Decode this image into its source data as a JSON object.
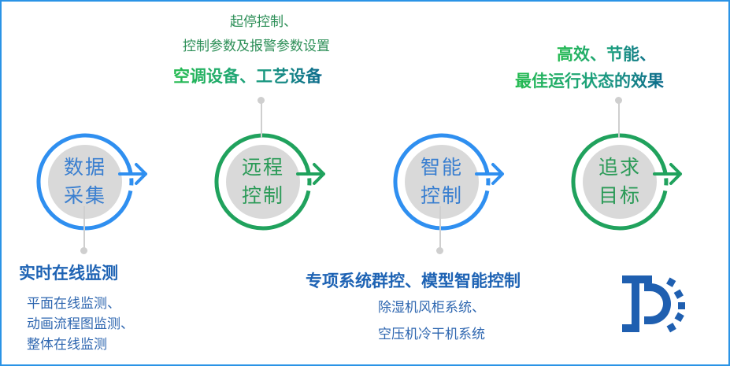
{
  "steps": [
    {
      "label": "数据\n采集",
      "color": "#2f8ff0"
    },
    {
      "label": "远程\n控制",
      "color": "#20a25d"
    },
    {
      "label": "智能\n控制",
      "color": "#2f8ff0"
    },
    {
      "label": "追求\n目标",
      "color": "#20a25d"
    }
  ],
  "annotations": {
    "data_collection": {
      "heading": "实时在线监测",
      "lines": [
        "平面在线监测、",
        "动画流程图监测、",
        "整体在线监测"
      ]
    },
    "remote_control": {
      "lines": [
        "起停控制、",
        "控制参数及报警参数设置"
      ],
      "heading": "空调设备、工艺设备"
    },
    "smart_control": {
      "heading": "专项系统群控、模型智能控制",
      "lines": [
        "除湿机风柜系统、",
        "空压机冷干机系统"
      ]
    },
    "goal": {
      "heading_lines": [
        "高效、节能、",
        "最佳运行状态的效果"
      ]
    }
  },
  "colors": {
    "border": "#2a93e6",
    "circle_fill": "#d9d9d9",
    "blue": "#2f8ff0",
    "green": "#20a25d",
    "logo": "#1f5fb0"
  }
}
